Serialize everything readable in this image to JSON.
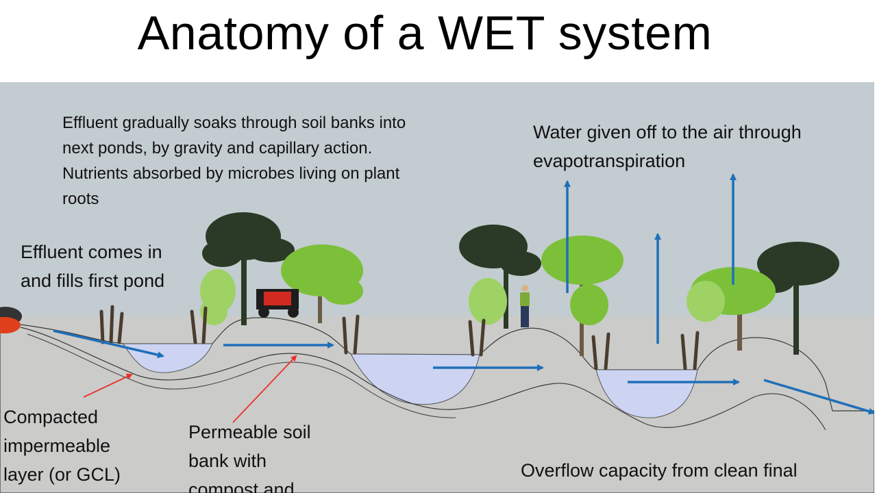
{
  "title": "Anatomy of a WET system",
  "labels": {
    "soaks": "Effluent gradually soaks through soil banks into\nnext ponds, by gravity and capillary action.\nNutrients absorbed by microbes living on plant\nroots",
    "evapotranspiration": "Water given off to the air through\nevapotranspiration",
    "effluent_in": "Effluent comes in\nand fills first pond",
    "compacted": "Compacted\nimpermeable\nlayer (or GCL)",
    "permeable": "Permeable soil\nbank with\ncompost and",
    "overflow": "Overflow capacity from clean final"
  },
  "colors": {
    "sky": "#c3ccd0",
    "ground": "#cbcbc9",
    "pond_water": "#ccd4f2",
    "flow_arrow": "#1f6fb8",
    "pointer_arrow": "#e8312a",
    "tree_dark": "#2b3a27",
    "tree_light": "#7cc03a"
  }
}
